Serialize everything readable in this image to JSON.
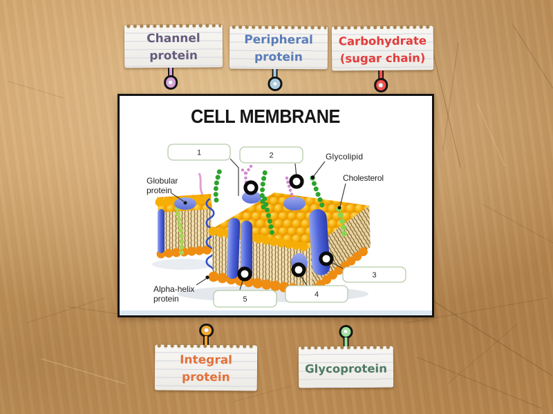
{
  "draggable_labels": [
    {
      "name": "channel-protein",
      "line1": "Channel",
      "line2": "protein",
      "text_color": "#655c7d",
      "pin_color": "#d7a2dc"
    },
    {
      "name": "peripheral-protein",
      "line1": "Peripheral",
      "line2": "protein",
      "text_color": "#5a7cb8",
      "pin_color": "#a9cfe3"
    },
    {
      "name": "carbohydrate-sugar-chain",
      "line1": "Carbohydrate",
      "line2": "(sugar chain)",
      "text_color": "#e23c3c",
      "pin_color": "#f4514d"
    },
    {
      "name": "integral-protein",
      "line1": "Integral",
      "line2": "protein",
      "text_color": "#e2713c",
      "pin_color": "#f6a62b"
    },
    {
      "name": "glycoprotein",
      "line1": "Glycoprotein",
      "line2": "",
      "text_color": "#4f7a66",
      "pin_color": "#9ce59c"
    }
  ],
  "diagram": {
    "title": "CELL MEMBRANE",
    "answer_boxes": [
      {
        "number": "1"
      },
      {
        "number": "2"
      },
      {
        "number": "3"
      },
      {
        "number": "4"
      },
      {
        "number": "5"
      }
    ],
    "fixed_labels": {
      "glycolipid": "Glycolipid",
      "cholesterol": "Cholesterol",
      "globular_line1": "Globular",
      "globular_line2": "protein",
      "alpha_line1": "Alpha-helix",
      "alpha_line2": "protein"
    },
    "colors": {
      "lipid_head_yellow": "#f6ae06",
      "lipid_head_orange": "#ef8d12",
      "protein_blue": "#4d63d8",
      "sugar_chain_green": "#2ca32c",
      "cholesterol_green": "#8ed34f",
      "carb_chain_pink": "#d08ad0",
      "answer_box_border": "#b5c9a8"
    }
  },
  "background": {
    "wood_base": "#c3925a",
    "wood_light": "#eed3a2",
    "wood_dark": "#9d7442"
  }
}
